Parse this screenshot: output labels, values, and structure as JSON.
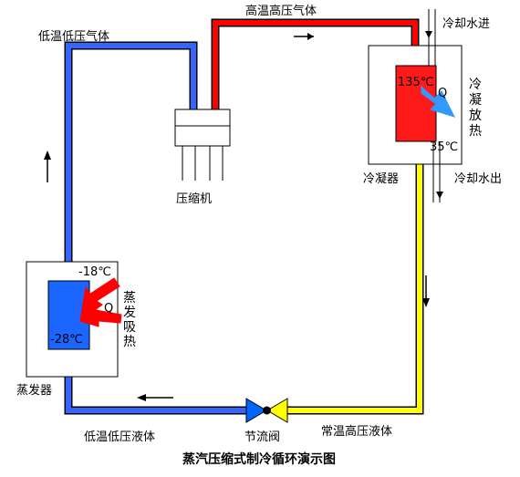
{
  "labels": {
    "high_temp_high_pressure_gas": "高温高压气体",
    "low_temp_low_pressure_gas": "低温低压气体",
    "cooling_water_in": "冷却水进",
    "cooling_water_out": "冷却水出",
    "compressor": "压缩机",
    "condenser": "冷凝器",
    "evaporator": "蒸发器",
    "throttle_valve": "节流阀",
    "low_temp_low_pressure_liquid": "低温低压液体",
    "normal_temp_high_pressure_liquid": "常温高压液体",
    "condense_release_heat": [
      "冷",
      "凝",
      "放",
      "热"
    ],
    "evaporate_absorb_heat": [
      "蒸",
      "发",
      "吸",
      "热"
    ]
  },
  "temperatures": {
    "condenser_hot": "135℃",
    "condenser_out": "35℃",
    "evaporator_top": "-18℃",
    "evaporator_bottom": "-28℃"
  },
  "heat_symbol": "Q",
  "title": "蒸汽压缩式制冷循环演示图",
  "colors": {
    "hot_pipe": "#ff0000",
    "cold_pipe": "#3366ff",
    "liquid_pipe": "#ffff00",
    "condenser_block": "#ff1a1a",
    "evaporator_block": "#1a66ff",
    "heat_arrow_out": "#3399ff",
    "heat_arrow_in": "#ff0000",
    "valve_left": "#0066ff",
    "valve_right": "#ffff00"
  }
}
